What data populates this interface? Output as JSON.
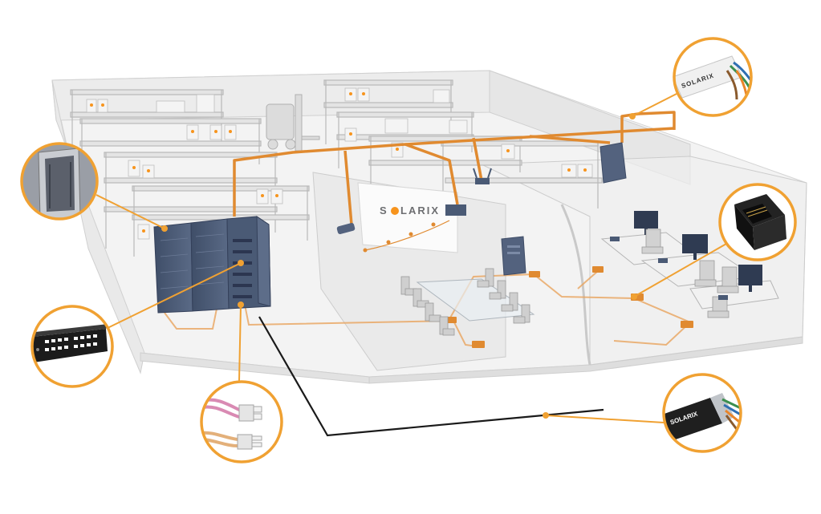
{
  "logo": {
    "left": "S",
    "right": "LARIX",
    "sun_color": "#f7941d"
  },
  "callouts": {
    "cable_brand_top": "SOLARIX",
    "cable_brand_bottom": "SOLARIX"
  },
  "colors": {
    "accent": "#f0a132",
    "cable": "#e08a30",
    "rack": "#4a5a75",
    "backbone": "#1a1a1a"
  },
  "icons": {
    "top_right": "utp-cable-icon",
    "right": "keystone-jack-icon",
    "left_top": "rack-cabinet-icon",
    "left_mid": "patch-panel-icon",
    "bottom_left": "fiber-patchcord-icon",
    "bottom_right": "shielded-cable-icon"
  }
}
